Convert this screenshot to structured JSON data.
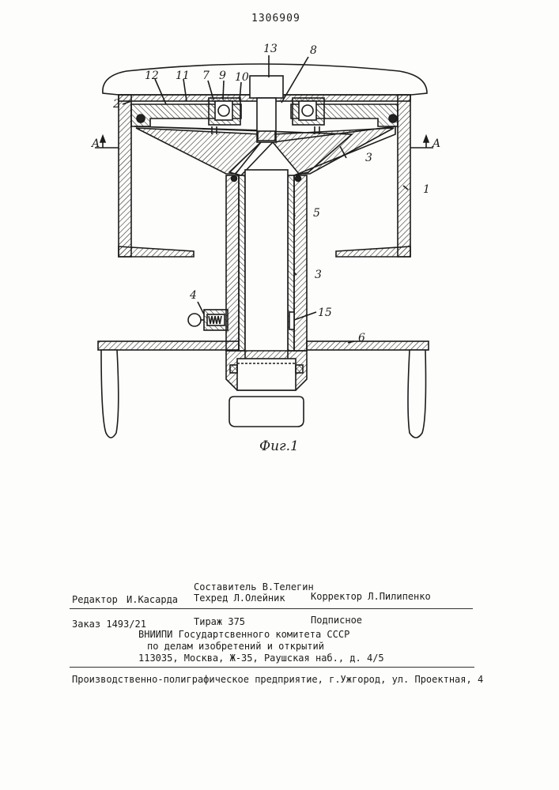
{
  "patent_number": "1306909",
  "figure": {
    "caption": "Фиг.1",
    "labels": {
      "l1": "1",
      "l2": "2",
      "l3a": "3",
      "l3b": "3",
      "l4": "4",
      "l5": "5",
      "l6": "6",
      "l7": "7",
      "l8": "8",
      "l9": "9",
      "l10": "10",
      "l11": "11",
      "l12": "12",
      "l13": "13",
      "l15": "15",
      "secL": "A",
      "secR": "A"
    }
  },
  "imprint": {
    "compiler": "Составитель В.Телегин",
    "editor_label": "Редактор",
    "editor_name": "И.Касарда",
    "techred": "Техред Л.Олейник",
    "corrector": "Корректор Л.Пилипенко",
    "order": "Заказ 1493/21",
    "circulation": "Тираж 375",
    "subscription": "Подписное",
    "org_line1": "ВНИИПИ Государтсвенного комитета СССР",
    "org_line2": "по делам изобретений и открытий",
    "address": "113035, Москва, Ж-35, Раушская наб., д. 4/5",
    "printer": "Производственно-полиграфическое предприятие, г.Ужгород, ул. Проектная, 4"
  }
}
